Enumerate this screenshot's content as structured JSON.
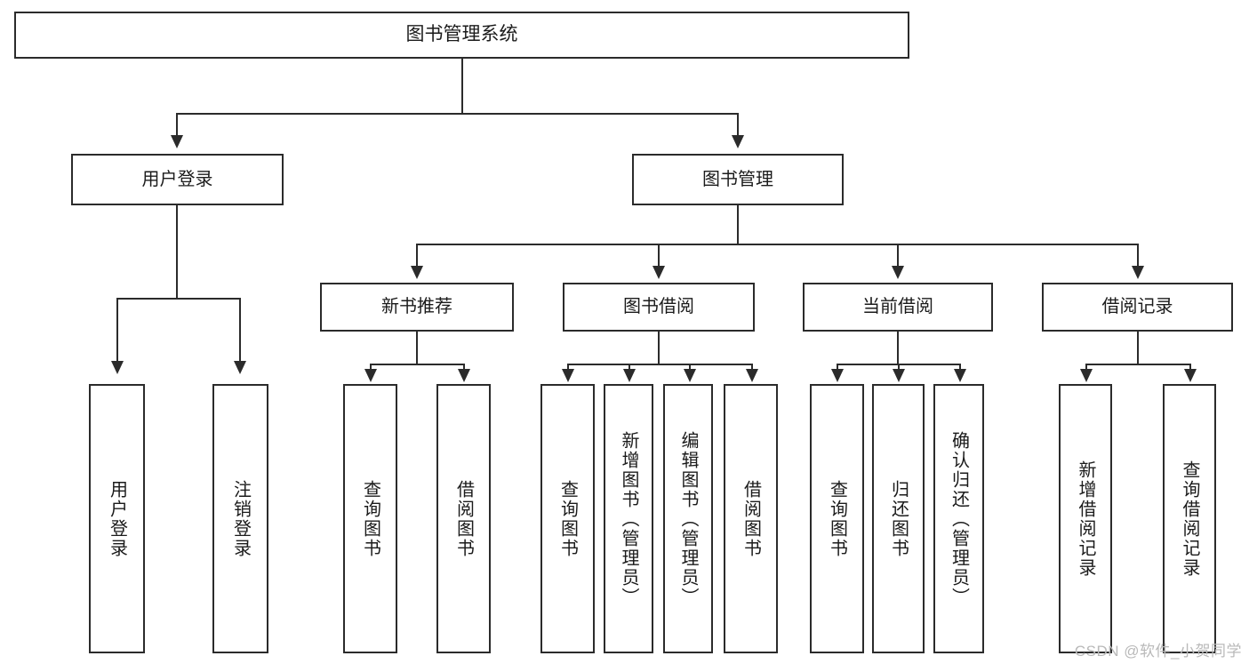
{
  "diagram": {
    "title": "图书管理系统",
    "watermark": "CSDN @软件_小贺同学",
    "type": "tree-hierarchy-chart",
    "root": {
      "label": "图书管理系统"
    },
    "level1": [
      {
        "label": "用户登录"
      },
      {
        "label": "图书管理"
      }
    ],
    "level2": [
      {
        "label": "新书推荐",
        "parent": "图书管理"
      },
      {
        "label": "图书借阅",
        "parent": "图书管理"
      },
      {
        "label": "当前借阅",
        "parent": "图书管理"
      },
      {
        "label": "借阅记录",
        "parent": "图书管理"
      }
    ],
    "leaves": [
      {
        "label": "用户登录",
        "parent": "用户登录"
      },
      {
        "label": "注销登录",
        "parent": "用户登录"
      },
      {
        "label": "查询图书",
        "parent": "新书推荐"
      },
      {
        "label": "借阅图书",
        "parent": "新书推荐"
      },
      {
        "label": "查询图书",
        "parent": "图书借阅"
      },
      {
        "label": "新增图书（管理员）",
        "parent": "图书借阅"
      },
      {
        "label": "编辑图书（管理员）",
        "parent": "图书借阅"
      },
      {
        "label": "借阅图书",
        "parent": "图书借阅"
      },
      {
        "label": "查询图书",
        "parent": "当前借阅"
      },
      {
        "label": "归还图书",
        "parent": "当前借阅"
      },
      {
        "label": "确认归还（管理员）",
        "parent": "当前借阅"
      },
      {
        "label": "新增借阅记录",
        "parent": "借阅记录"
      },
      {
        "label": "查询借阅记录",
        "parent": "借阅记录"
      }
    ],
    "colors": {
      "stroke": "#2b2b2b",
      "fill": "#ffffff",
      "text": "#1b1b1b",
      "watermark": "#b9b9b9"
    }
  }
}
